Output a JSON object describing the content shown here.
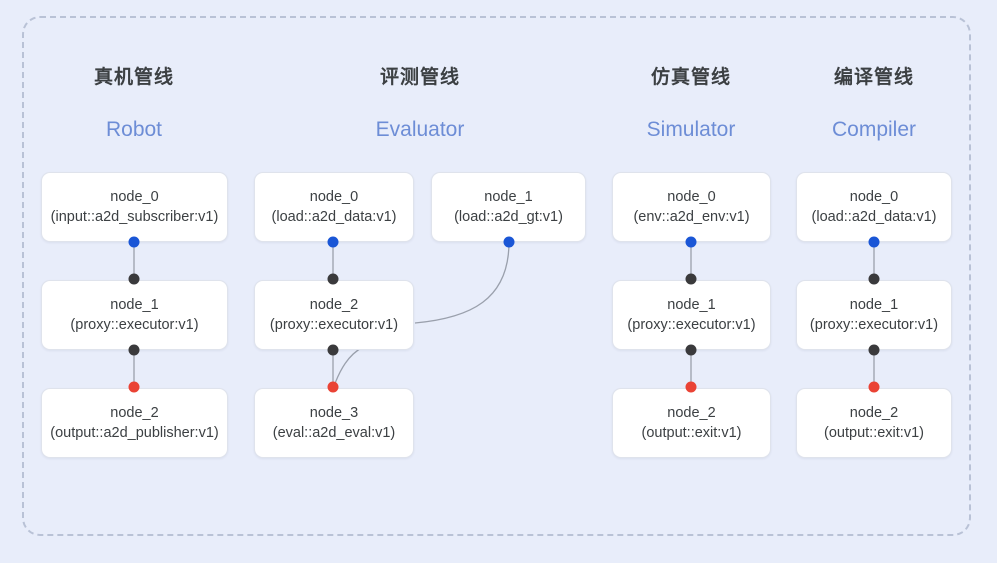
{
  "diagram": {
    "title_cn_note": "",
    "panel": {
      "border_color": "#b9c2d6",
      "background": "#e8edfa"
    },
    "port_colors": {
      "output": "#1a56d6",
      "middle": "#3a3a3c",
      "terminal": "#ea4335"
    },
    "accent_color": "#6d8dd6",
    "columns": [
      {
        "id": "robot",
        "heading_cn": "真机管线",
        "heading_en": "Robot",
        "nodes": [
          {
            "name": "node_0",
            "type": "(input::a2d_subscriber:v1)"
          },
          {
            "name": "node_1",
            "type": "(proxy::executor:v1)"
          },
          {
            "name": "node_2",
            "type": "(output::a2d_publisher:v1)"
          }
        ]
      },
      {
        "id": "evaluator",
        "heading_cn": "评测管线",
        "heading_en": "Evaluator",
        "nodes": [
          {
            "name": "node_0",
            "type": "(load::a2d_data:v1)"
          },
          {
            "name": "node_1",
            "type": "(load::a2d_gt:v1)"
          },
          {
            "name": "node_2",
            "type": "(proxy::executor:v1)"
          },
          {
            "name": "node_3",
            "type": "(eval::a2d_eval:v1)"
          }
        ]
      },
      {
        "id": "simulator",
        "heading_cn": "仿真管线",
        "heading_en": "Simulator",
        "nodes": [
          {
            "name": "node_0",
            "type": "(env::a2d_env:v1)"
          },
          {
            "name": "node_1",
            "type": "(proxy::executor:v1)"
          },
          {
            "name": "node_2",
            "type": "(output::exit:v1)"
          }
        ]
      },
      {
        "id": "compiler",
        "heading_cn": "编译管线",
        "heading_en": "Compiler",
        "nodes": [
          {
            "name": "node_0",
            "type": "(load::a2d_data:v1)"
          },
          {
            "name": "node_1",
            "type": "(proxy::executor:v1)"
          },
          {
            "name": "node_2",
            "type": "(output::exit:v1)"
          }
        ]
      }
    ]
  }
}
